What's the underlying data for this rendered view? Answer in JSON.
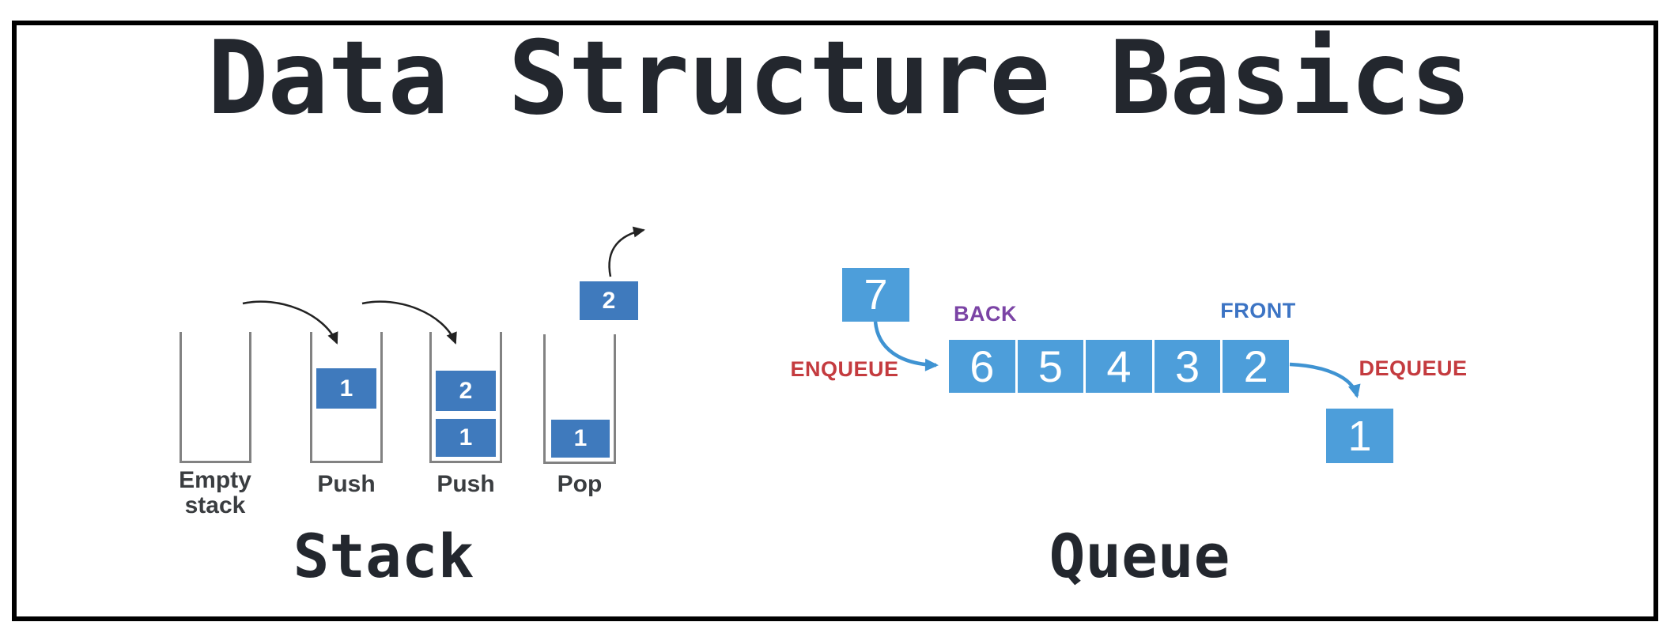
{
  "title": "Data Structure Basics",
  "stack": {
    "section_label": "Stack",
    "steps": [
      {
        "caption": "Empty\nstack",
        "boxes": []
      },
      {
        "caption": "Push",
        "boxes": [
          "1"
        ]
      },
      {
        "caption": "Push",
        "boxes": [
          "2",
          "1"
        ]
      },
      {
        "caption": "Pop",
        "boxes": [
          "1"
        ],
        "popped_value": "2"
      }
    ]
  },
  "queue": {
    "section_label": "Queue",
    "back_label": "BACK",
    "front_label": "FRONT",
    "enqueue_label": "ENQUEUE",
    "dequeue_label": "DEQUEUE",
    "cells": [
      "6",
      "5",
      "4",
      "3",
      "2"
    ],
    "enqueue_value": "7",
    "dequeue_value": "1"
  },
  "colors": {
    "stack_box_blue": "#3f7abd",
    "queue_box_blue": "#4d9eda",
    "arrow_blue": "#3f93d2",
    "back_purple": "#7b44a5",
    "front_blue": "#3c74c4",
    "action_red": "#c43b3f",
    "title_dark": "#23272e",
    "container_gray": "#828282"
  }
}
